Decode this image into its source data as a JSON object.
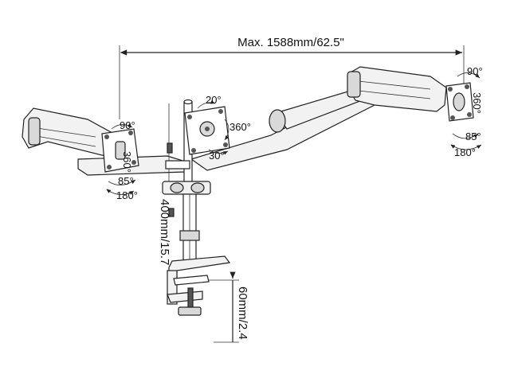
{
  "labels": {
    "total_width": "Max. 1588mm/62.5\"",
    "pole_height": "400mm/15.7",
    "clamp_range": "60mm/2.4",
    "left_tilt_up": "90°",
    "left_rotate": "360°",
    "left_tilt_down": "85°",
    "left_swivel": "180°",
    "center_tilt_up": "20°",
    "center_rotate": "360°",
    "center_tilt_down": "30°",
    "right_tilt_up": "90°",
    "right_rotate": "360°",
    "right_tilt_down": "85°",
    "right_swivel": "180°"
  },
  "colors": {
    "line": "#222222",
    "fill_light": "#f2f2f2",
    "fill_mid": "#d9d9d9",
    "fill_dark": "#555555"
  }
}
